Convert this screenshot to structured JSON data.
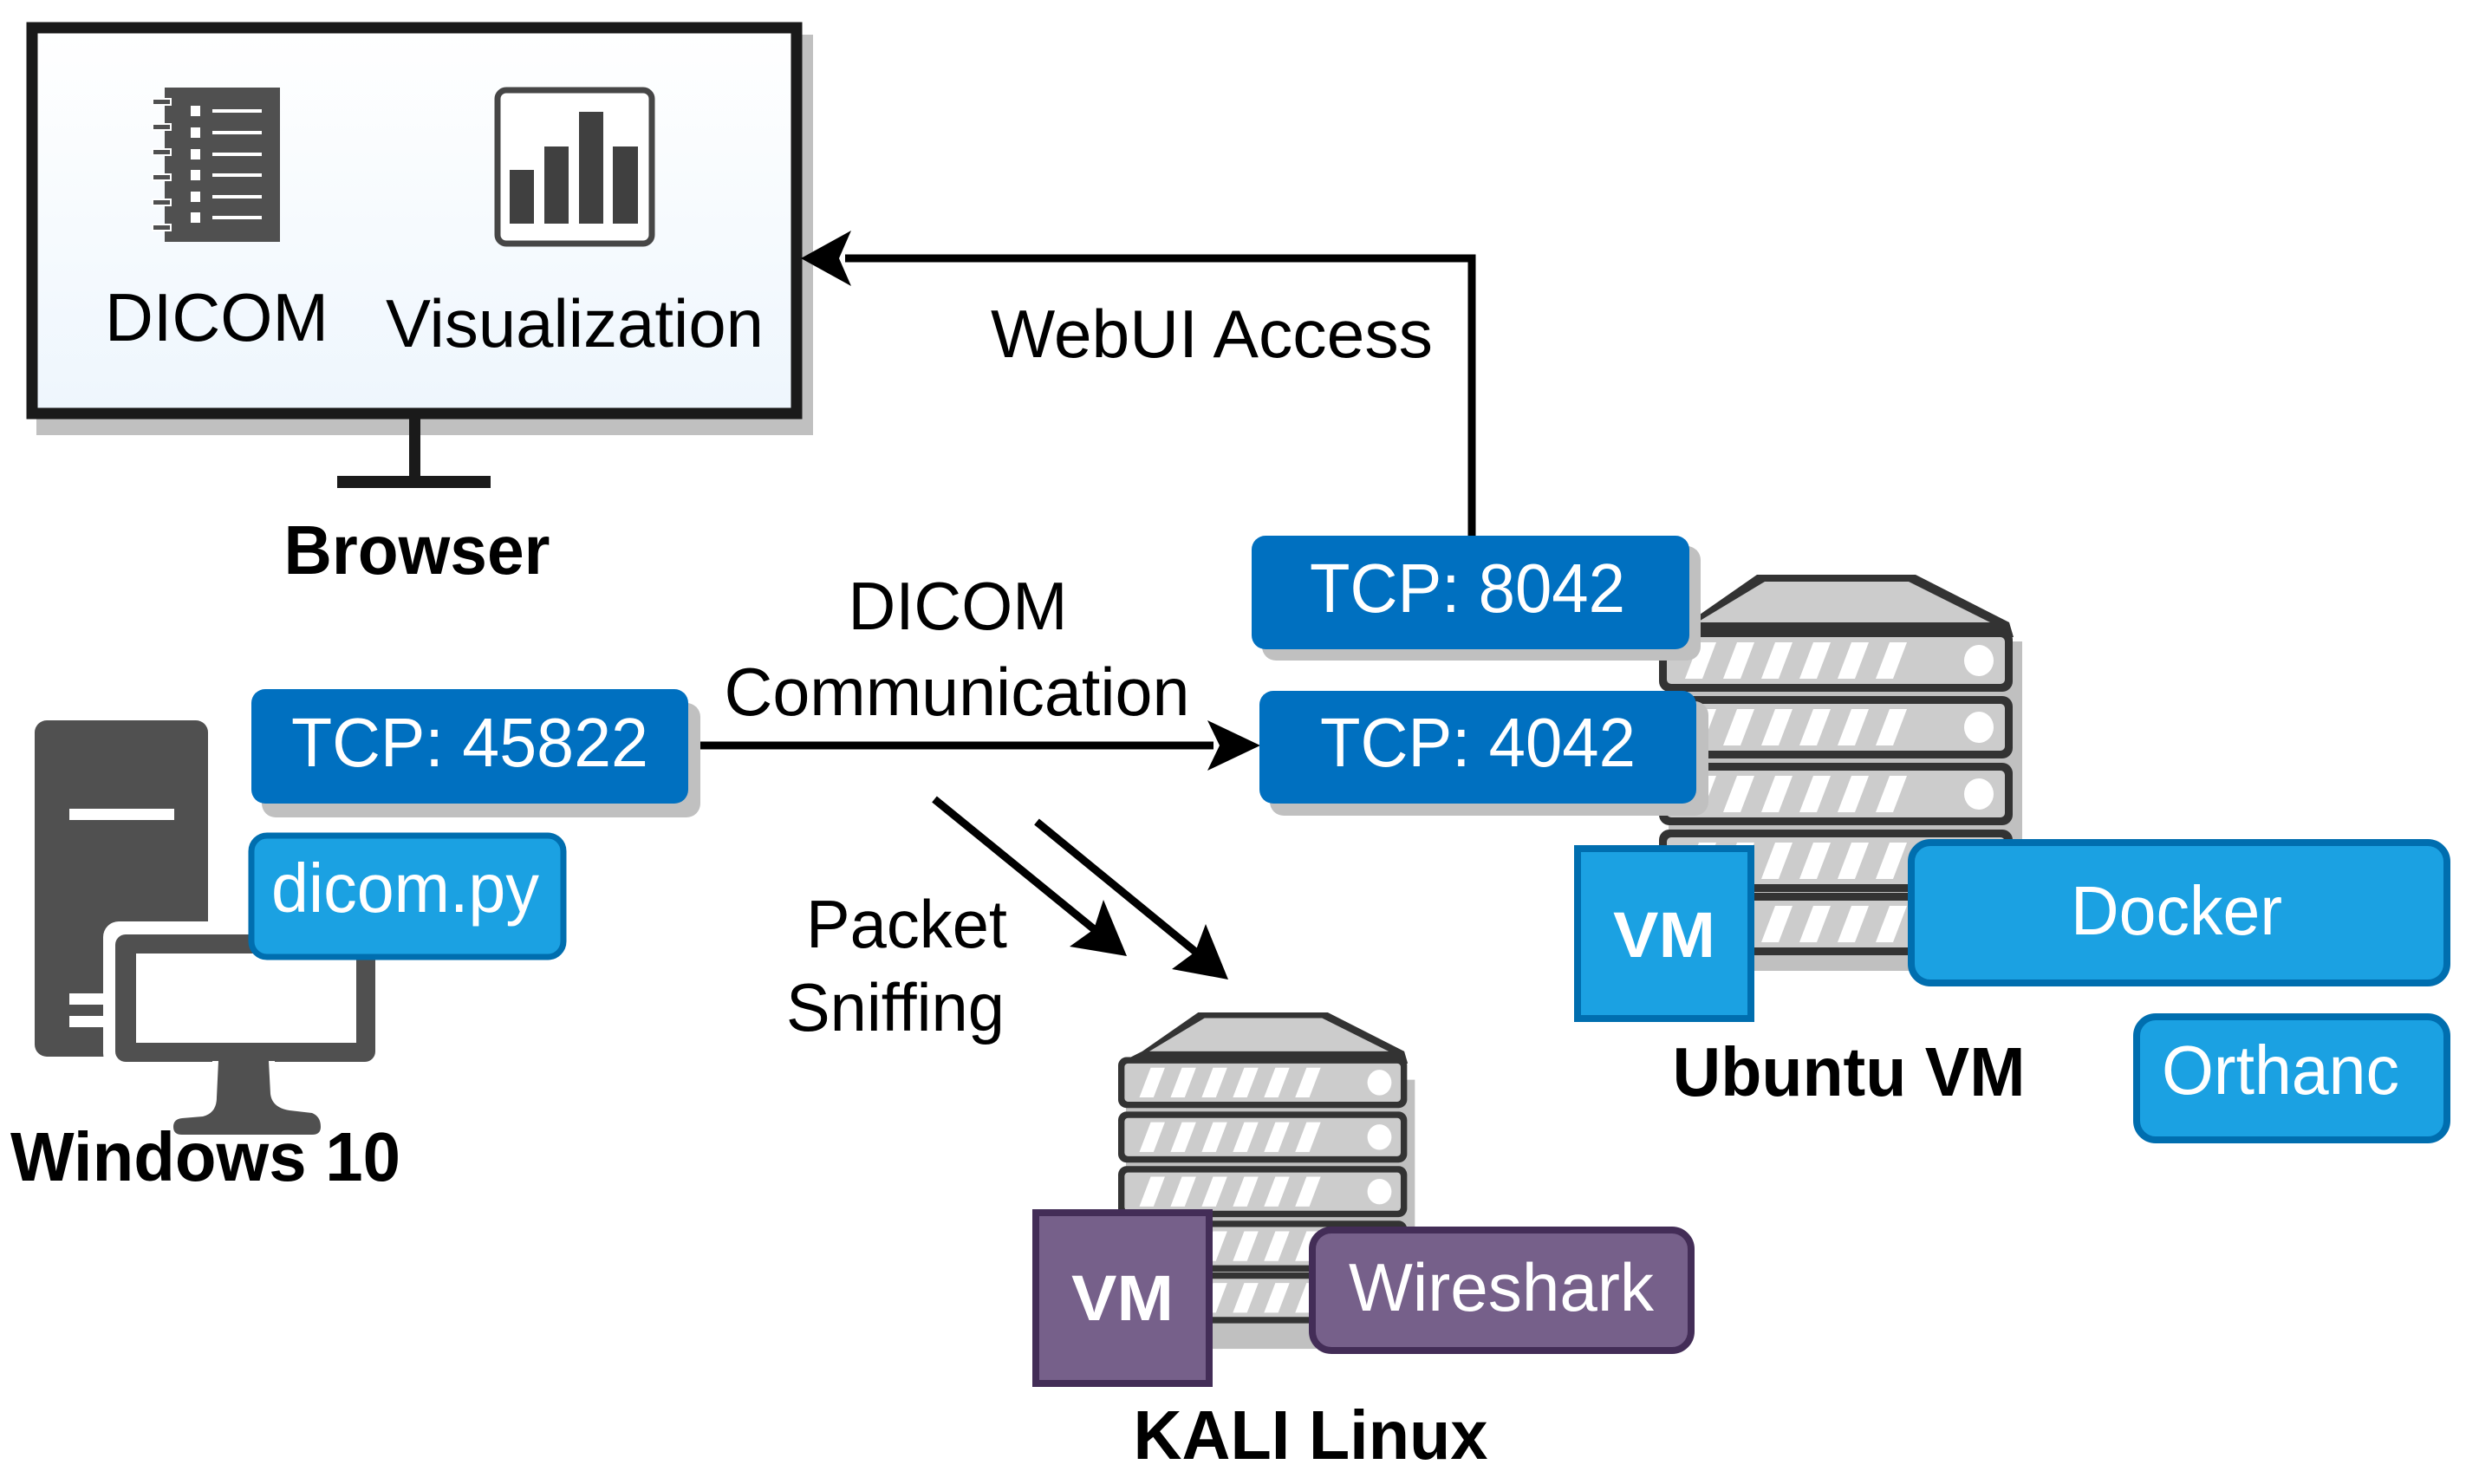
{
  "nodes": {
    "browser": {
      "label": "Browser",
      "panels": [
        {
          "label": "DICOM",
          "icon": "list-document-icon"
        },
        {
          "label": "Visualization",
          "icon": "bar-chart-icon"
        }
      ]
    },
    "windows": {
      "label": "Windows 10",
      "icon": "desktop-computer-icon",
      "port": "TCP: 45822",
      "app": "dicom.py"
    },
    "ubuntu": {
      "label": "Ubuntu VM",
      "icon": "server-icon",
      "vm_badge": "VM",
      "ports": [
        "TCP: 8042",
        "TCP: 4042"
      ],
      "containers": [
        "Docker",
        "Orthanc"
      ]
    },
    "kali": {
      "label": "KALI Linux",
      "icon": "server-icon",
      "vm_badge": "VM",
      "app": "Wireshark"
    }
  },
  "edges": {
    "webui": {
      "label": "WebUI Access",
      "from": "TCP: 8042",
      "to": "Browser"
    },
    "dicom": {
      "label_line1": "DICOM",
      "label_line2": "Communication",
      "from": "TCP: 45822",
      "to": "TCP: 4042"
    },
    "sniff": {
      "label_line1": "Packet",
      "label_line2": "Sniffing",
      "to": "KALI Linux"
    }
  },
  "colors": {
    "port_blue": "#0070C0",
    "app_blue": "#1BA1E2",
    "app_blue_border": "#006EAF",
    "purple": "#76608A",
    "purple_border": "#432D57",
    "icon_gray": "#505050",
    "server_gray": "#cccccc",
    "server_dark": "#333333"
  }
}
